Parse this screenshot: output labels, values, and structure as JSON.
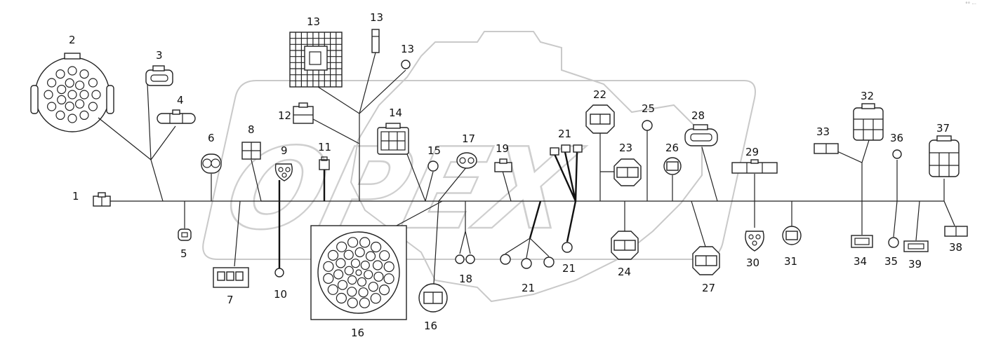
{
  "watermark": {
    "text": "OPEX"
  },
  "corner_mark": "°° ···",
  "labels": {
    "l1": "1",
    "l2": "2",
    "l3": "3",
    "l4": "4",
    "l5": "5",
    "l6": "6",
    "l7": "7",
    "l8": "8",
    "l9": "9",
    "l10": "10",
    "l11": "11",
    "l12": "12",
    "l13a": "13",
    "l13b": "13",
    "l13c": "13",
    "l14": "14",
    "l15": "15",
    "l16a": "16",
    "l16b": "16",
    "l17": "17",
    "l18": "18",
    "l19": "19",
    "l21a": "21",
    "l21b": "21",
    "l21c": "21",
    "l22": "22",
    "l23": "23",
    "l24": "24",
    "l25": "25",
    "l26": "26",
    "l27": "27",
    "l28": "28",
    "l29": "29",
    "l30": "30",
    "l31": "31",
    "l32": "32",
    "l33": "33",
    "l34": "34",
    "l35": "35",
    "l36": "36",
    "l37": "37",
    "l38": "38",
    "l39": "39"
  }
}
